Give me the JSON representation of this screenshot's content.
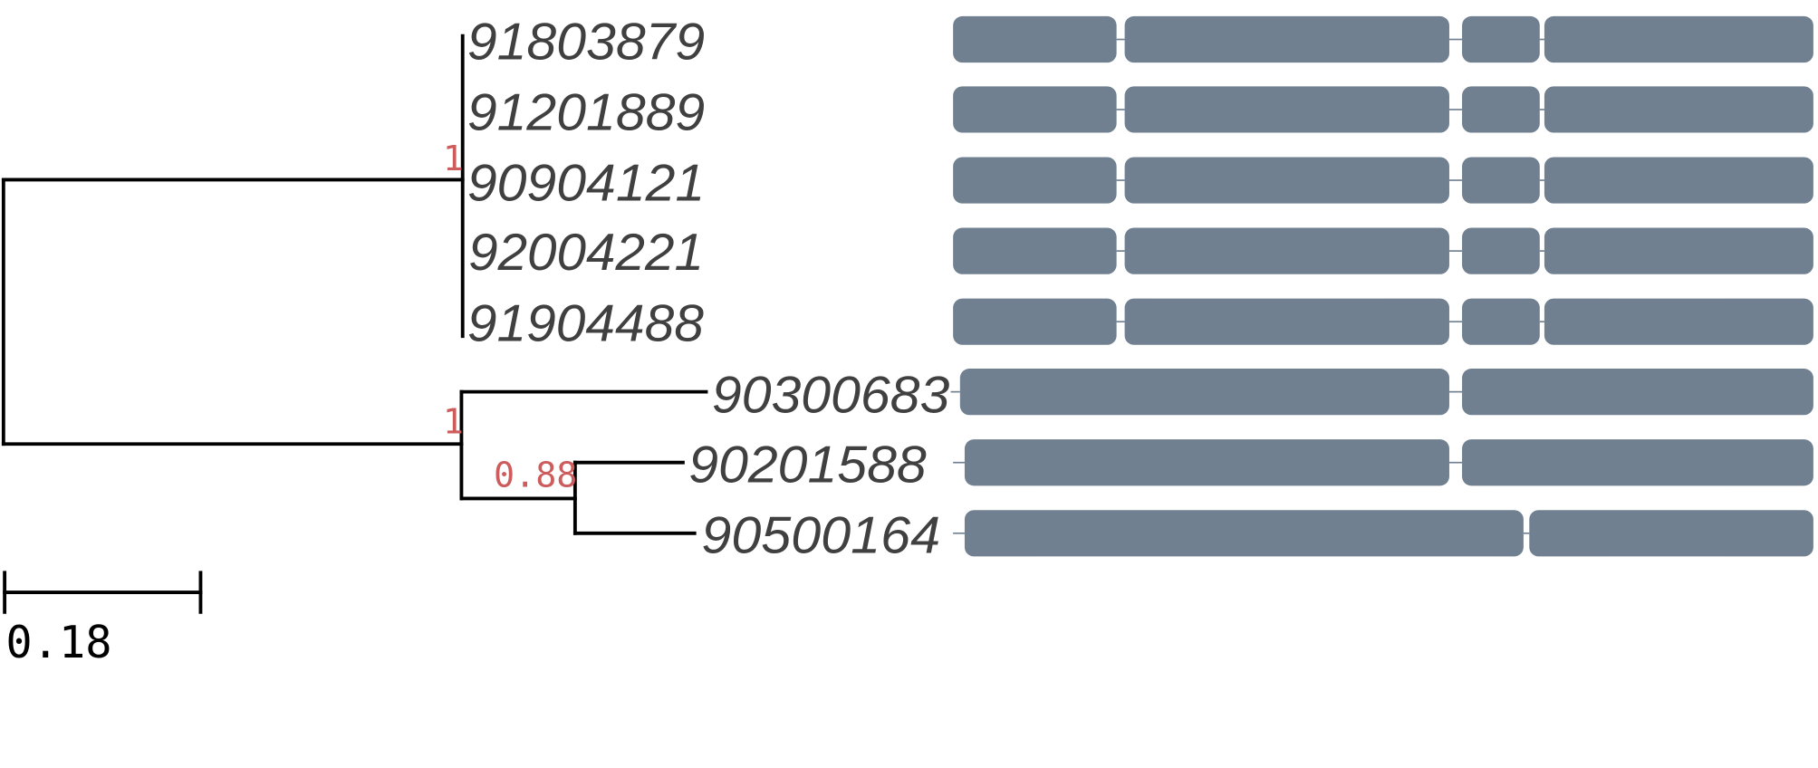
{
  "tree": {
    "leaves": [
      "91803879",
      "91201889",
      "90904121",
      "92004221",
      "91904488",
      "90300683",
      "90201588",
      "90500164"
    ],
    "support_values": {
      "upper_clade": "1",
      "lower_clade": "1",
      "inner_clade": "0.88"
    },
    "scale_bar": {
      "label": "0.18"
    }
  },
  "colors": {
    "branch": "#000000",
    "support": "#cd5c5c",
    "leaf": "#404040",
    "exon": "#708090",
    "intron": "#708090",
    "scale": "#000000"
  }
}
